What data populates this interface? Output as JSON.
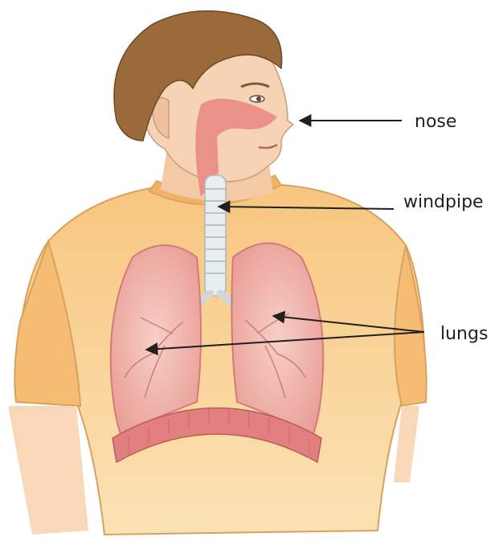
{
  "labels": {
    "nose": "nose",
    "windpipe": "windpipe",
    "lungs": "lungs"
  },
  "colors": {
    "skin": "#f6d0b0",
    "hair": "#9a6a3a",
    "shirt": "#f8c27a",
    "airway": "#e98a84",
    "trachea": "#e8eef0",
    "lung": "#f2b8b2",
    "diaphragm": "#e27f7f"
  }
}
